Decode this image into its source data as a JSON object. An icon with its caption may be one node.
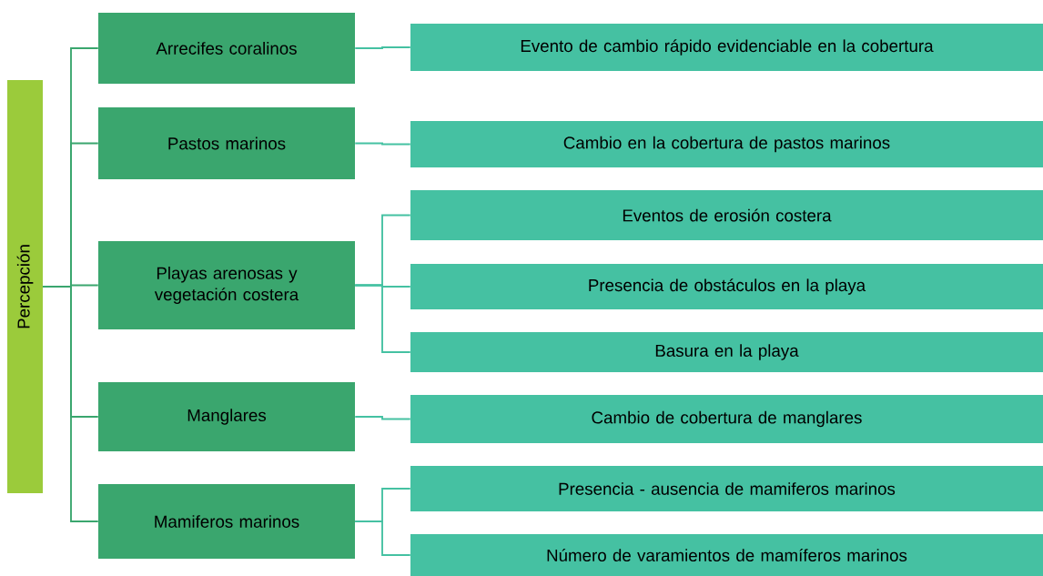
{
  "diagram": {
    "nodes": [
      {
        "text": [
          "Percepción"
        ]
      },
      {
        "text": [
          "Arrecifes coralinos"
        ]
      },
      {
        "text": [
          "Pastos marinos"
        ]
      },
      {
        "text": [
          "Playas arenosas y vegetación costera"
        ]
      },
      {
        "text": [
          "Manglares"
        ]
      },
      {
        "text": [
          "Mamiferos marinos"
        ]
      },
      {
        "text": [
          "Evento de cambio rápido evidenciable en la cobertura"
        ]
      },
      {
        "text": [
          "Cambio en la cobertura de pastos marinos"
        ]
      },
      {
        "text": [
          "Eventos de erosión costera"
        ]
      },
      {
        "text": [
          "Presencia de obstáculos en la playa"
        ]
      },
      {
        "text": [
          "Basura en la playa"
        ]
      },
      {
        "text": [
          "Cambio de cobertura de manglares"
        ]
      },
      {
        "text": [
          "Presencia - ausencia de mamiferos marinos"
        ]
      },
      {
        "text": [
          "Número de varamientos de mamíferos marinos"
        ]
      }
    ],
    "edges": [
      {
        "from": 0,
        "to": 1,
        "arrow": "none",
        "color": "#3aa66e"
      },
      {
        "from": 0,
        "to": 2,
        "arrow": "none",
        "color": "#3aa66e"
      },
      {
        "from": 0,
        "to": 3,
        "arrow": "none",
        "color": "#3aa66e"
      },
      {
        "from": 0,
        "to": 4,
        "arrow": "none",
        "color": "#3aa66e"
      },
      {
        "from": 0,
        "to": 5,
        "arrow": "none",
        "color": "#3aa66e"
      },
      {
        "from": 1,
        "to": 6,
        "arrow": "none"
      },
      {
        "from": 2,
        "to": 7,
        "arrow": "none"
      },
      {
        "from": 3,
        "to": 8,
        "arrow": "none"
      },
      {
        "from": 3,
        "to": 9,
        "arrow": "none"
      },
      {
        "from": 3,
        "to": 10,
        "arrow": "none"
      },
      {
        "from": 4,
        "to": 11,
        "arrow": "none"
      },
      {
        "from": 5,
        "to": 12,
        "arrow": "none"
      },
      {
        "from": 5,
        "to": 13,
        "arrow": "none"
      }
    ]
  }
}
